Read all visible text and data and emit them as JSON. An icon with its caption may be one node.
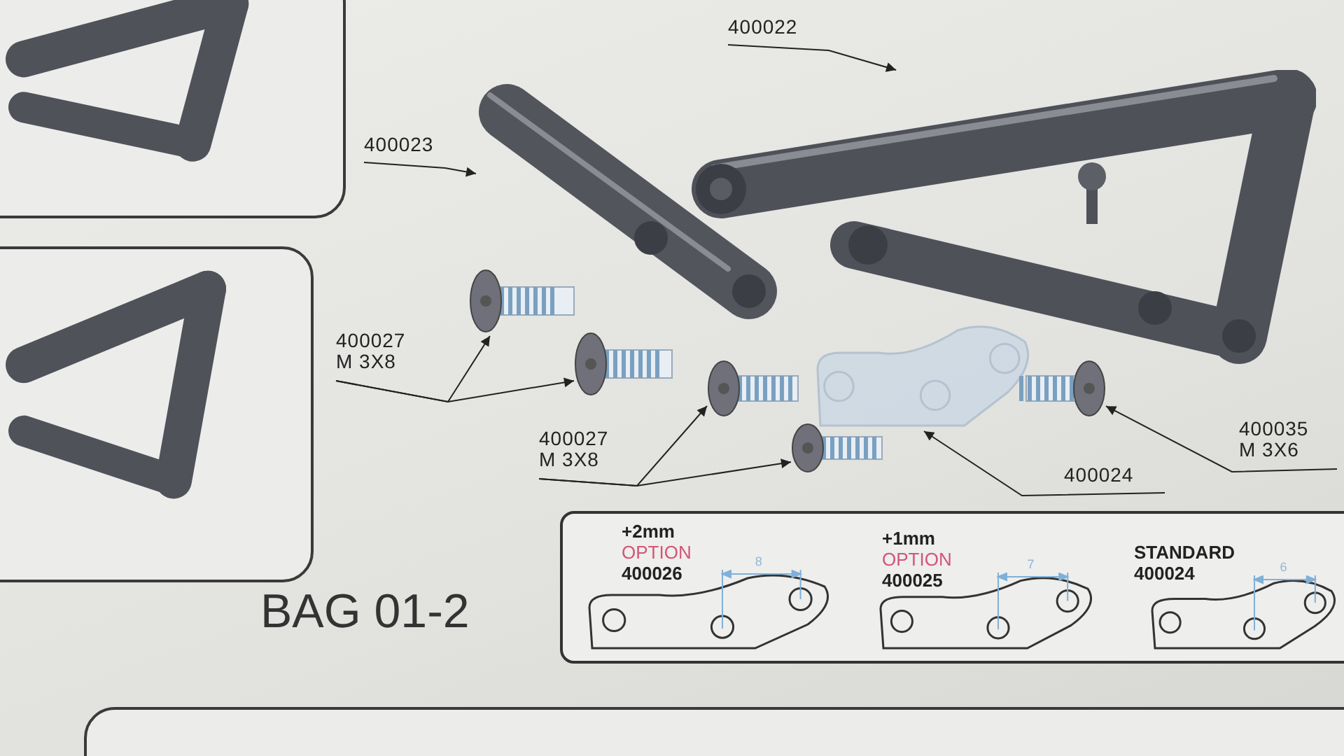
{
  "diagram": {
    "nodes": [
      {
        "text": [
          "400022"
        ]
      },
      {
        "text": [],
        "shape": "picture"
      },
      {
        "text": [
          "400023"
        ]
      },
      {
        "text": [],
        "shape": "picture"
      },
      {
        "text": [
          "400027",
          "M 3X8"
        ]
      },
      {
        "text": [],
        "shape": "picture"
      },
      {
        "text": [],
        "shape": "picture"
      },
      {
        "text": [
          "400027",
          "M 3X8"
        ]
      },
      {
        "text": [],
        "shape": "picture"
      },
      {
        "text": [],
        "shape": "picture"
      },
      {
        "text": [],
        "shape": "picture"
      },
      {
        "text": [
          "400024"
        ]
      },
      {
        "text": [],
        "shape": "picture"
      },
      {
        "text": [
          "400035",
          "M 3X6"
        ]
      },
      {
        "text": [],
        "shape": "box"
      },
      {
        "text": [
          "+2mm",
          "OPTION",
          "400026"
        ],
        "in": 14,
        "beside": [
          "8"
        ]
      },
      {
        "text": [
          "+1mm",
          "OPTION",
          "400025"
        ],
        "in": 14,
        "beside": [
          "7"
        ]
      },
      {
        "text": [
          "STANDARD",
          "400024"
        ],
        "in": 14,
        "beside": [
          "6"
        ]
      },
      {
        "text": [],
        "shape": "picture"
      },
      {
        "text": [],
        "shape": "picture"
      },
      {
        "text": [],
        "shape": "box"
      }
    ],
    "edges": [
      {
        "from": 0,
        "to": 1,
        "arrow": "to"
      },
      {
        "from": 2,
        "to": 3,
        "arrow": "to"
      },
      {
        "from": 4,
        "to": 5,
        "arrow": "to"
      },
      {
        "from": 4,
        "to": 6,
        "arrow": "to"
      },
      {
        "from": 7,
        "to": 8,
        "arrow": "to"
      },
      {
        "from": 7,
        "to": 9,
        "arrow": "to"
      },
      {
        "from": 11,
        "to": 10,
        "arrow": "to"
      },
      {
        "from": 13,
        "to": 12,
        "arrow": "to"
      }
    ],
    "labels": [
      "BAG 01-2"
    ]
  }
}
